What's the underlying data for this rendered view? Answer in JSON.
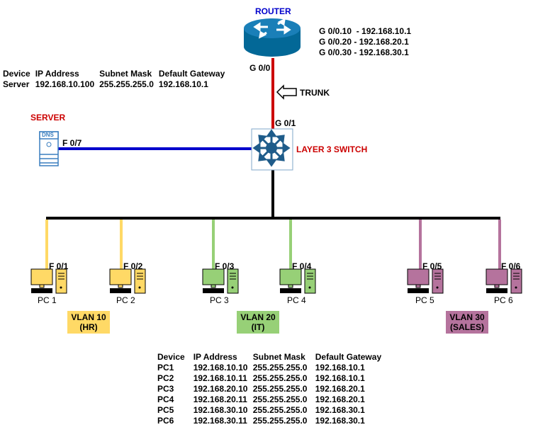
{
  "router": {
    "title": "ROUTER",
    "port": "G 0/0",
    "subinterfaces": [
      "G 0/0.10  - 192.168.10.1",
      "G 0/0.20 - 192.168.20.1",
      "G 0/0.30 - 192.168.30.1"
    ],
    "title_color": "#0000cc"
  },
  "trunk_label": "TRUNK",
  "switch": {
    "title": "LAYER 3 SWITCH",
    "uplink_port": "G 0/1",
    "server_port": "F 0/7",
    "title_color": "#cc0000"
  },
  "server": {
    "title": "SERVER",
    "icon_text": "DNS",
    "title_color": "#cc0000"
  },
  "server_table": {
    "headers": [
      "Device",
      "IP Address",
      "Subnet Mask",
      "Default Gateway"
    ],
    "row": [
      "Server",
      "192.168.10.100",
      "255.255.255.0",
      "192.168.10.1"
    ]
  },
  "pcs": [
    {
      "name": "PC 1",
      "port": "F 0/1",
      "color": "#ffd966"
    },
    {
      "name": "PC 2",
      "port": "F 0/2",
      "color": "#ffd966"
    },
    {
      "name": "PC 3",
      "port": "F 0/3",
      "color": "#97d077"
    },
    {
      "name": "PC 4",
      "port": "F 0/4",
      "color": "#97d077"
    },
    {
      "name": "PC 5",
      "port": "F 0/5",
      "color": "#b5739d"
    },
    {
      "name": "PC 6",
      "port": "F 0/6",
      "color": "#b5739d"
    }
  ],
  "vlans": [
    {
      "line1": "VLAN 10",
      "line2": "(HR)",
      "color": "#ffd966"
    },
    {
      "line1": "VLAN 20",
      "line2": "(IT)",
      "color": "#97d077"
    },
    {
      "line1": "VLAN 30",
      "line2": "(SALES)",
      "color": "#b5739d"
    }
  ],
  "pc_table": {
    "headers": [
      "Device",
      "IP Address",
      "Subnet Mask",
      "Default Gateway"
    ],
    "rows": [
      [
        "PC1",
        "192.168.10.10",
        "255.255.255.0",
        "192.168.10.1"
      ],
      [
        "PC2",
        "192.168.10.11",
        "255.255.255.0",
        "192.168.10.1"
      ],
      [
        "PC3",
        "192.168.20.10",
        "255.255.255.0",
        "192.168.20.1"
      ],
      [
        "PC4",
        "192.168.20.11",
        "255.255.255.0",
        "192.168.20.1"
      ],
      [
        "PC5",
        "192.168.30.10",
        "255.255.255.0",
        "192.168.30.1"
      ],
      [
        "PC6",
        "192.168.30.11",
        "255.255.255.0",
        "192.168.30.1"
      ]
    ]
  },
  "link_colors": {
    "router_link": "#cc0000",
    "server_link": "#0000cc",
    "bus": "#000000"
  }
}
